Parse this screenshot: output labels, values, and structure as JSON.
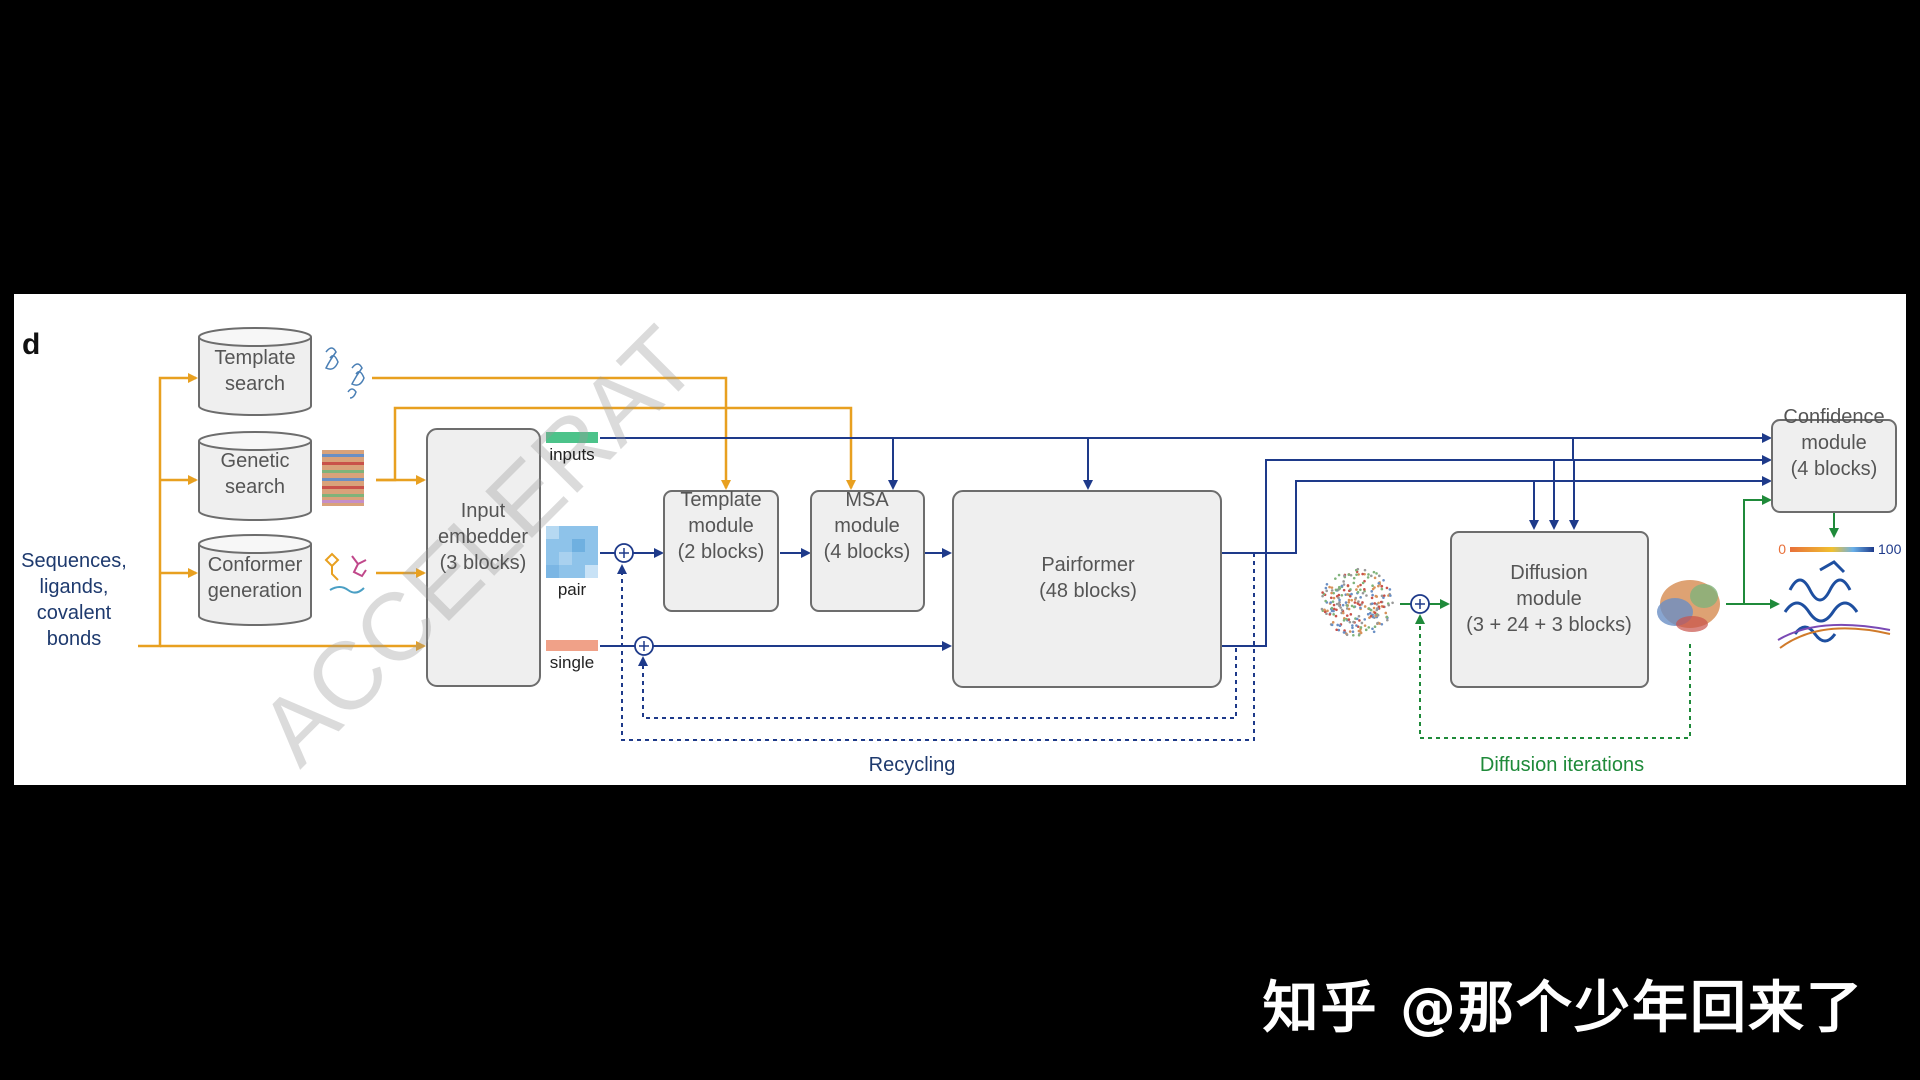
{
  "panel_letter": "d",
  "inputs_label": "Sequences,\nligands,\ncovalent\nbonds",
  "databases": [
    {
      "label": "Template\nsearch"
    },
    {
      "label": "Genetic\nsearch"
    },
    {
      "label": "Conformer\ngeneration"
    }
  ],
  "input_embedder": "Input\nembedder\n(3 blocks)",
  "streams": {
    "inputs": "inputs",
    "pair": "pair",
    "single": "single"
  },
  "modules": {
    "template": "Template\nmodule\n(2 blocks)",
    "msa": "MSA\nmodule\n(4 blocks)",
    "pairformer": "Pairformer\n(48 blocks)",
    "diffusion": "Diffusion\nmodule\n(3 + 24 + 3 blocks)",
    "confidence": "Confidence\nmodule\n(4 blocks)"
  },
  "confidence_scale": {
    "min": "0",
    "max": "100"
  },
  "loops": {
    "recycling": "Recycling",
    "diffusion_iterations": "Diffusion iterations"
  },
  "overlay_watermark": "ACCELERAT",
  "footer_watermark": "知乎 @那个少年回来了",
  "colors": {
    "background": "#000000",
    "panel": "#ffffff",
    "box_fill": "#efefef",
    "box_stroke": "#6d6d6d",
    "orange_arrow": "#e8a020",
    "blue_arrow": "#1e3a8a",
    "green_arrow": "#1f8a3a",
    "label_blue": "#1e3a6e",
    "label_green": "#1f8a3a",
    "inputs_bar": "#4cc38a",
    "pair_tile": "#8ec3ea",
    "single_bar": "#f0a188"
  }
}
